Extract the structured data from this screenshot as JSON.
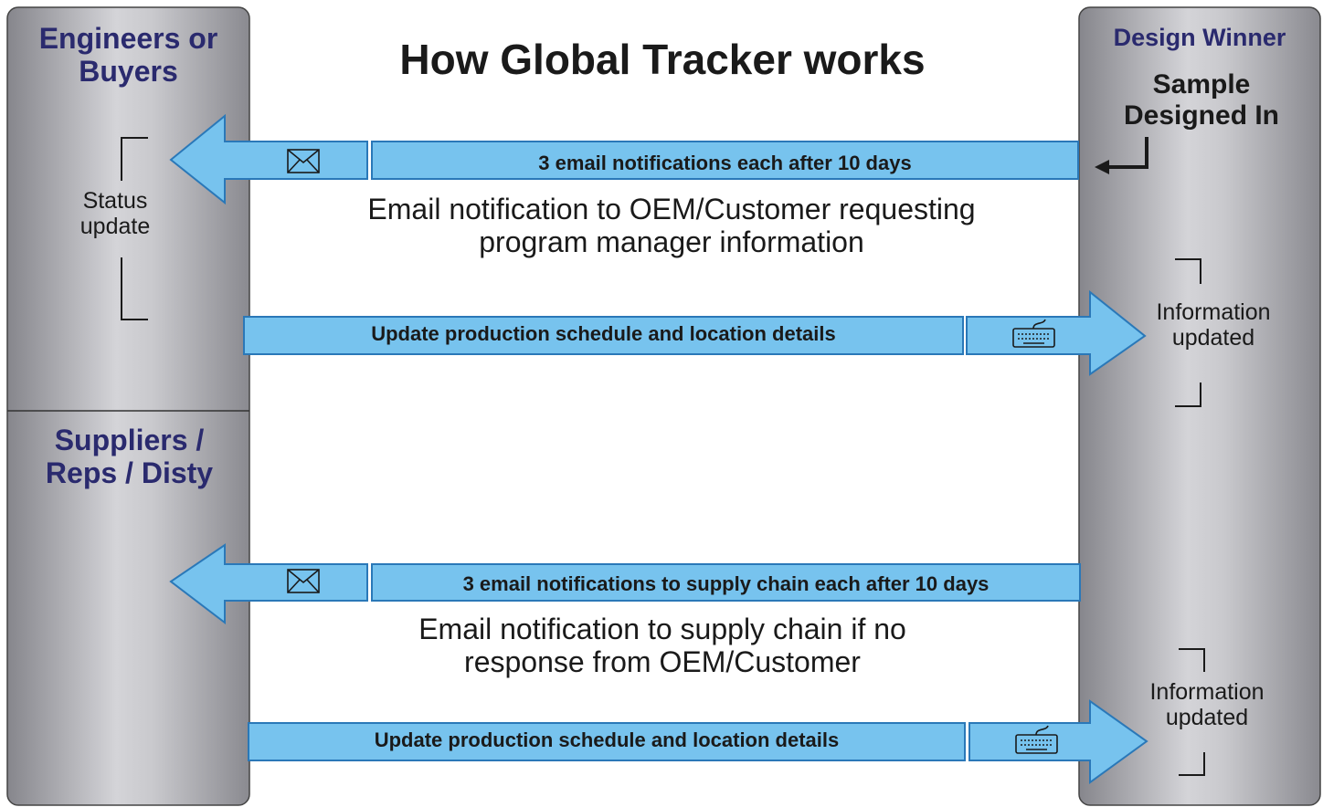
{
  "title": "How Global Tracker works",
  "left_column": {
    "top_label": "Engineers or Buyers",
    "bottom_label": "Suppliers / Reps / Disty",
    "status_label": "Status update"
  },
  "right_column": {
    "header": "Design Winner",
    "subheader": "Sample Designed In",
    "info_label_1": "Information updated",
    "info_label_2": "Information updated"
  },
  "arrows": [
    {
      "label": "3 email notifications each after 10 days",
      "direction": "left",
      "icon": "envelope-icon"
    },
    {
      "label": "Update production schedule and location details",
      "direction": "right",
      "icon": "keyboard-icon"
    },
    {
      "label": "3 email notifications to supply chain each after 10 days",
      "direction": "left",
      "icon": "envelope-icon"
    },
    {
      "label": "Update production schedule and location details",
      "direction": "right",
      "icon": "keyboard-icon"
    }
  ],
  "descriptions": [
    "Email notification to OEM/Customer requesting program manager information",
    "Email notification to supply chain if no response from OEM/Customer"
  ],
  "colors": {
    "arrow_fill": "#77c3ee",
    "arrow_stroke": "#2a78b8",
    "label_color": "#2a2a6e",
    "column_gray": "#b3b3b8"
  }
}
